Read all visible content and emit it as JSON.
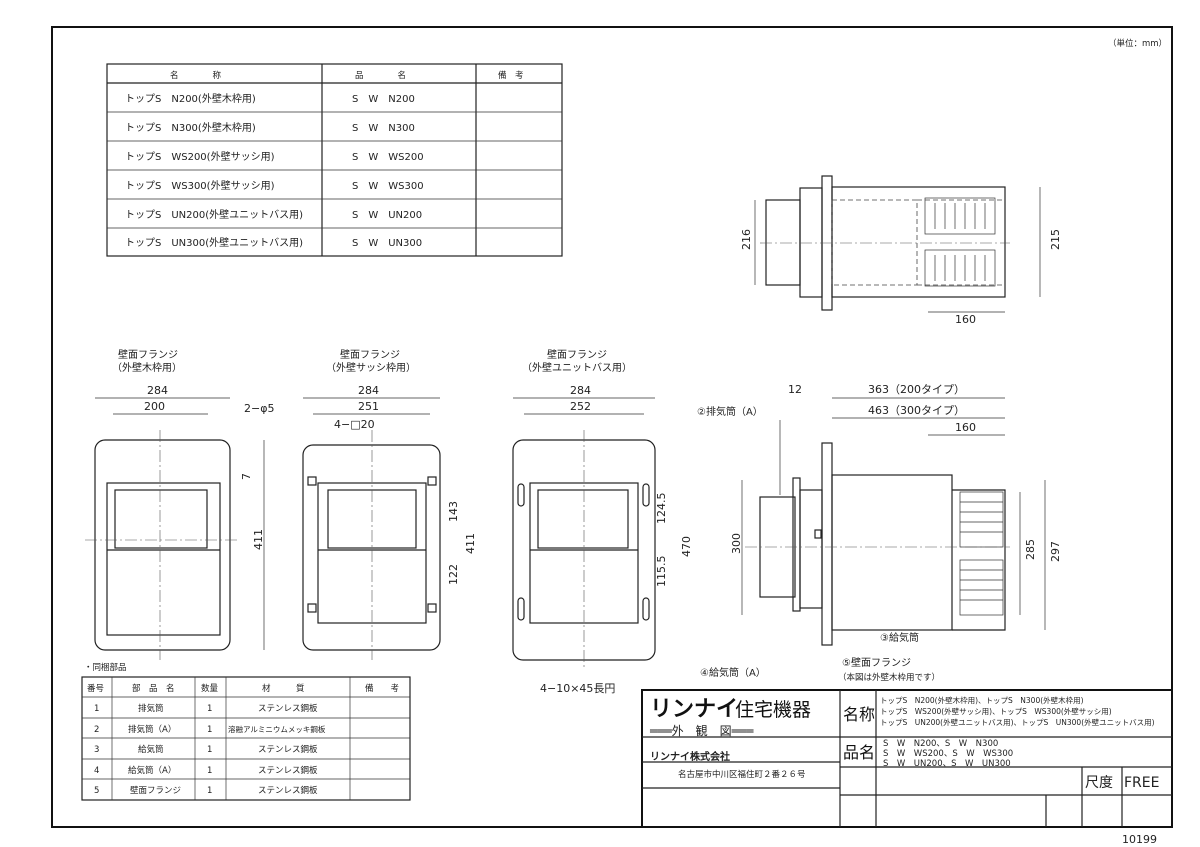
{
  "unit_label": "（単位：mm）",
  "model_table": {
    "headers": [
      "名　　　　称",
      "品　　　　名",
      "備　考"
    ],
    "rows": [
      {
        "name": "トップS　N200(外壁木枠用)",
        "code": "S　W　N200",
        "note": ""
      },
      {
        "name": "トップS　N300(外壁木枠用)",
        "code": "S　W　N300",
        "note": ""
      },
      {
        "name": "トップS　WS200(外壁サッシ用)",
        "code": "S　W　WS200",
        "note": ""
      },
      {
        "name": "トップS　WS300(外壁サッシ用)",
        "code": "S　W　WS300",
        "note": ""
      },
      {
        "name": "トップS　UN200(外壁ユニットバス用)",
        "code": "S　W　UN200",
        "note": ""
      },
      {
        "name": "トップS　UN300(外壁ユニットバス用)",
        "code": "S　W　UN300",
        "note": ""
      }
    ]
  },
  "top_view": {
    "dims": {
      "left": "216",
      "right": "215",
      "bottom": "160"
    }
  },
  "flange_views": [
    {
      "title": "壁面フランジ",
      "subtitle": "（外壁木枠用）",
      "width": "284",
      "inner": "200",
      "hole": "2−φ5",
      "gap": "7",
      "height": "411"
    },
    {
      "title": "壁面フランジ",
      "subtitle": "（外壁サッシ枠用）",
      "width": "284",
      "inner": "251",
      "hole": "4−□20",
      "upper": "143",
      "lower": "122",
      "height": "411"
    },
    {
      "title": "壁面フランジ",
      "subtitle": "（外壁ユニットバス用）",
      "width": "284",
      "inner": "252",
      "upper": "124.5",
      "lower": "115.5",
      "height": "470",
      "slot": "4−10×45長円"
    }
  ],
  "side_view": {
    "dim_flange": "12",
    "dim_200": "363（200タイプ）",
    "dim_300": "463（300タイプ）",
    "dim_160": "160",
    "dim_300h": "300",
    "dim_285": "285",
    "dim_297": "297",
    "labels": {
      "exhaust_a": "②排気筒（A）",
      "intake": "③給気筒",
      "intake_a": "④給気筒（A）",
      "flange": "⑤壁面フランジ",
      "flange_note": "（本図は外壁木枠用です）"
    }
  },
  "parts_table": {
    "caption": "・同梱部品",
    "headers": [
      "番号",
      "部　品　名",
      "数量",
      "材　　　質",
      "備　　考"
    ],
    "rows": [
      {
        "no": "1",
        "name": "排気筒",
        "qty": "1",
        "material": "ステンレス鋼板",
        "note": ""
      },
      {
        "no": "2",
        "name": "排気筒（A）",
        "qty": "1",
        "material": "溶融アルミニウムメッキ鋼板",
        "note": ""
      },
      {
        "no": "3",
        "name": "給気筒",
        "qty": "1",
        "material": "ステンレス鋼板",
        "note": ""
      },
      {
        "no": "4",
        "name": "給気筒（A）",
        "qty": "1",
        "material": "ステンレス鋼板",
        "note": ""
      },
      {
        "no": "5",
        "name": "壁面フランジ",
        "qty": "1",
        "material": "ステンレス鋼板",
        "note": ""
      }
    ]
  },
  "title_block": {
    "brand": "リンナイ",
    "brand_suffix": "住宅機器",
    "drawing_type": "═══外　観　図═══",
    "company": "リンナイ株式会社",
    "address": "名古屋市中川区福住町２番２６号",
    "name_label": "名称",
    "name_lines": [
      "トップS　N200(外壁木枠用)、トップS　N300(外壁木枠用)",
      "トップS　WS200(外壁サッシ用)、トップS　WS300(外壁サッシ用)",
      "トップS　UN200(外壁ユニットバス用)、トップS　UN300(外壁ユニットバス用)"
    ],
    "code_label": "品名",
    "code_lines": [
      "S　W　N200、S　W　N300",
      "S　W　WS200、S　W　WS300",
      "S　W　UN200、S　W　UN300"
    ],
    "scale_label": "尺度",
    "scale_value": "FREE"
  },
  "drawing_number": "10199"
}
